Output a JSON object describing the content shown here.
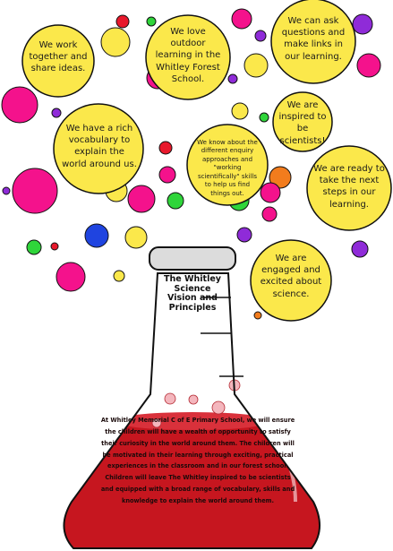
{
  "colors": {
    "bubble_yellow": "#fbe84b",
    "bubble_pink": "#f4128c",
    "bubble_red": "#e8192c",
    "bubble_purple": "#8f2bd8",
    "bubble_green": "#2fd53a",
    "bubble_orange": "#f27c1d",
    "bubble_blue": "#1f44e0",
    "liquid_red": "#c6161f",
    "outline": "#111111"
  },
  "bubbles": [
    {
      "id": "work-together",
      "text": "We work together and share ideas."
    },
    {
      "id": "outdoor-learning",
      "text": "We love outdoor learning in the Whitley Forest School."
    },
    {
      "id": "ask-questions",
      "text": "We can ask questions and make links in our learning."
    },
    {
      "id": "rich-vocabulary",
      "text": "We have a rich vocabulary to explain the world around us."
    },
    {
      "id": "enquiry-approaches",
      "text": "We know about the different enquiry approaches and \"working scientifically\" skills to help us find things out."
    },
    {
      "id": "inspired",
      "text": "We are inspired to be scientists!"
    },
    {
      "id": "next-steps",
      "text": "We are ready to take the next steps in our learning."
    },
    {
      "id": "engaged",
      "text": "We are engaged and excited about science."
    }
  ],
  "flask": {
    "title": "The Whitley Science Vision and Principles",
    "statement": "At Whitley Memorial C of E Primary School, we will ensure the children will have a wealth of opportunity to satisfy their curiosity in the world around them. The children will be motivated in their learning through exciting, practical experiences in the classroom and in our forest school. Children will leave The Whitley inspired to be scientists and equipped with a broad range of vocabulary, skills and knowledge to explain the world around them."
  }
}
